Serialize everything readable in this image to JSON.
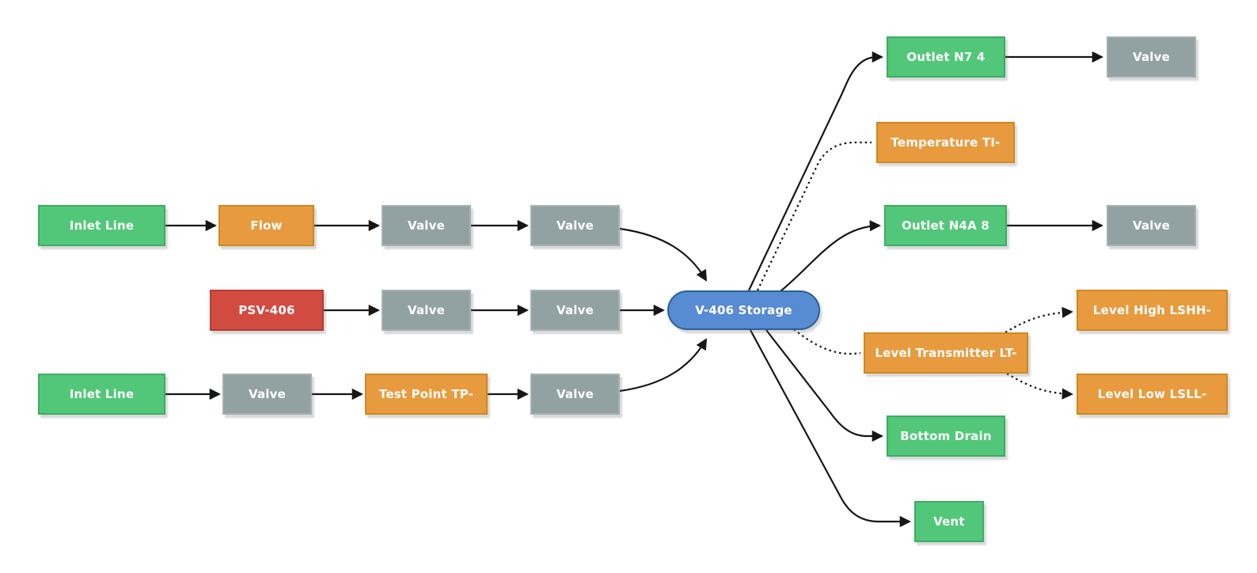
{
  "diagram": {
    "kind": "process-flow-diagram",
    "central_node": "V-406 Storage",
    "colors": {
      "green": "#52C779",
      "green_border": "#3CAD62",
      "orange": "#E89B3E",
      "orange_border": "#D2861F",
      "red": "#D24B41",
      "red_border": "#B93B31",
      "gray": "#92A2A2",
      "gray_border": "#A6B1B1",
      "blue": "#578BD2",
      "blue_border": "#2F5E97",
      "edge": "#161616",
      "text": "#FFFFFF",
      "background": "#FFFFFF"
    },
    "nodes": [
      {
        "id": "inlet1",
        "label": "Inlet Line",
        "type": "green",
        "shape": "rect"
      },
      {
        "id": "flow",
        "label": "Flow",
        "type": "orange",
        "shape": "rect"
      },
      {
        "id": "valve1a",
        "label": "Valve",
        "type": "gray",
        "shape": "rect"
      },
      {
        "id": "valve1b",
        "label": "Valve",
        "type": "gray",
        "shape": "rect"
      },
      {
        "id": "psv406",
        "label": "PSV-406",
        "type": "red",
        "shape": "rect"
      },
      {
        "id": "valve2a",
        "label": "Valve",
        "type": "gray",
        "shape": "rect"
      },
      {
        "id": "valve2b",
        "label": "Valve",
        "type": "gray",
        "shape": "rect"
      },
      {
        "id": "inlet2",
        "label": "Inlet Line",
        "type": "green",
        "shape": "rect"
      },
      {
        "id": "valve3a",
        "label": "Valve",
        "type": "gray",
        "shape": "rect"
      },
      {
        "id": "testpoint",
        "label": "Test Point TP-",
        "type": "orange",
        "shape": "rect"
      },
      {
        "id": "valve3b",
        "label": "Valve",
        "type": "gray",
        "shape": "rect"
      },
      {
        "id": "storage",
        "label": "V-406 Storage",
        "type": "blue",
        "shape": "stadium"
      },
      {
        "id": "outlet_n7",
        "label": "Outlet N7 4",
        "type": "green",
        "shape": "rect"
      },
      {
        "id": "valve_n7",
        "label": "Valve",
        "type": "gray",
        "shape": "rect"
      },
      {
        "id": "temp_ti",
        "label": "Temperature TI-",
        "type": "orange",
        "shape": "rect"
      },
      {
        "id": "outlet_n4a",
        "label": "Outlet N4A 8",
        "type": "green",
        "shape": "rect"
      },
      {
        "id": "valve_n4a",
        "label": "Valve",
        "type": "gray",
        "shape": "rect"
      },
      {
        "id": "level_lt",
        "label": "Level Transmitter LT-",
        "type": "orange",
        "shape": "rect"
      },
      {
        "id": "level_high",
        "label": "Level High LSHH-",
        "type": "orange",
        "shape": "rect"
      },
      {
        "id": "level_low",
        "label": "Level Low LSLL-",
        "type": "orange",
        "shape": "rect"
      },
      {
        "id": "bottom_drain",
        "label": "Bottom Drain",
        "type": "green",
        "shape": "rect"
      },
      {
        "id": "vent",
        "label": "Vent",
        "type": "green",
        "shape": "rect"
      }
    ],
    "edges": [
      {
        "from": "inlet1",
        "to": "flow",
        "style": "solid",
        "arrow": true
      },
      {
        "from": "flow",
        "to": "valve1a",
        "style": "solid",
        "arrow": true
      },
      {
        "from": "valve1a",
        "to": "valve1b",
        "style": "solid",
        "arrow": true
      },
      {
        "from": "valve1b",
        "to": "storage",
        "style": "solid",
        "arrow": true
      },
      {
        "from": "psv406",
        "to": "valve2a",
        "style": "solid",
        "arrow": true
      },
      {
        "from": "valve2a",
        "to": "valve2b",
        "style": "solid",
        "arrow": true
      },
      {
        "from": "valve2b",
        "to": "storage",
        "style": "solid",
        "arrow": true
      },
      {
        "from": "inlet2",
        "to": "valve3a",
        "style": "solid",
        "arrow": true
      },
      {
        "from": "valve3a",
        "to": "testpoint",
        "style": "solid",
        "arrow": true
      },
      {
        "from": "testpoint",
        "to": "valve3b",
        "style": "solid",
        "arrow": true
      },
      {
        "from": "valve3b",
        "to": "storage",
        "style": "solid",
        "arrow": true
      },
      {
        "from": "storage",
        "to": "outlet_n7",
        "style": "solid",
        "arrow": true
      },
      {
        "from": "storage",
        "to": "temp_ti",
        "style": "dotted",
        "arrow": false
      },
      {
        "from": "storage",
        "to": "outlet_n4a",
        "style": "solid",
        "arrow": true
      },
      {
        "from": "storage",
        "to": "level_lt",
        "style": "dotted",
        "arrow": false
      },
      {
        "from": "storage",
        "to": "bottom_drain",
        "style": "solid",
        "arrow": true
      },
      {
        "from": "storage",
        "to": "vent",
        "style": "solid",
        "arrow": true
      },
      {
        "from": "outlet_n7",
        "to": "valve_n7",
        "style": "solid",
        "arrow": true
      },
      {
        "from": "outlet_n4a",
        "to": "valve_n4a",
        "style": "solid",
        "arrow": true
      },
      {
        "from": "level_lt",
        "to": "level_high",
        "style": "dotted",
        "arrow": true
      },
      {
        "from": "level_lt",
        "to": "level_low",
        "style": "dotted",
        "arrow": true
      }
    ]
  }
}
